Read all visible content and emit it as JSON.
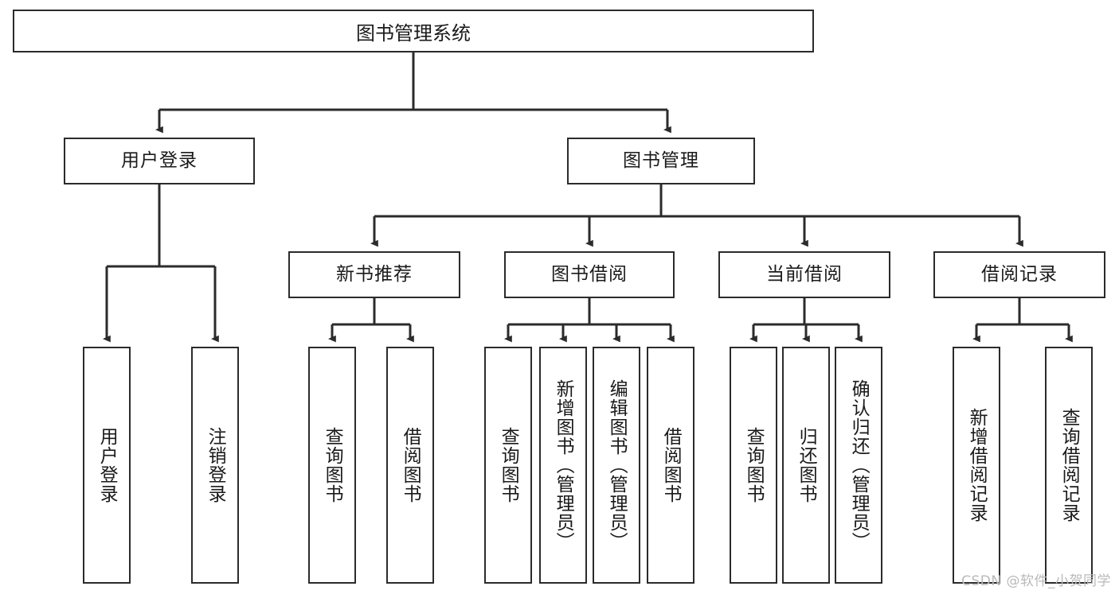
{
  "diagram": {
    "root": {
      "label": "图书管理系统"
    },
    "level2": [
      {
        "label": "用户登录"
      },
      {
        "label": "图书管理"
      }
    ],
    "level3": [
      {
        "label": "新书推荐"
      },
      {
        "label": "图书借阅"
      },
      {
        "label": "当前借阅"
      },
      {
        "label": "借阅记录"
      }
    ],
    "leaves": {
      "user_login": [
        {
          "label": "用户登录"
        },
        {
          "label": "注销登录"
        }
      ],
      "new_book_recommend": [
        {
          "label": "查询图书"
        },
        {
          "label": "借阅图书"
        }
      ],
      "book_borrow": [
        {
          "label": "查询图书"
        },
        {
          "label": "新增图书（管理员）"
        },
        {
          "label": "编辑图书（管理员）"
        },
        {
          "label": "借阅图书"
        }
      ],
      "current_borrow": [
        {
          "label": "查询图书"
        },
        {
          "label": "归还图书"
        },
        {
          "label": "确认归还（管理员）"
        }
      ],
      "borrow_record": [
        {
          "label": "新增借阅记录"
        },
        {
          "label": "查询借阅记录"
        }
      ]
    }
  },
  "watermark": {
    "text": "CSDN @软件_小贺同学"
  },
  "colors": {
    "stroke": "#2b2b2b",
    "box_fill": "#ffffff",
    "text": "#1a1a1a",
    "watermark": "#b9b9b9",
    "background": "#ffffff"
  }
}
